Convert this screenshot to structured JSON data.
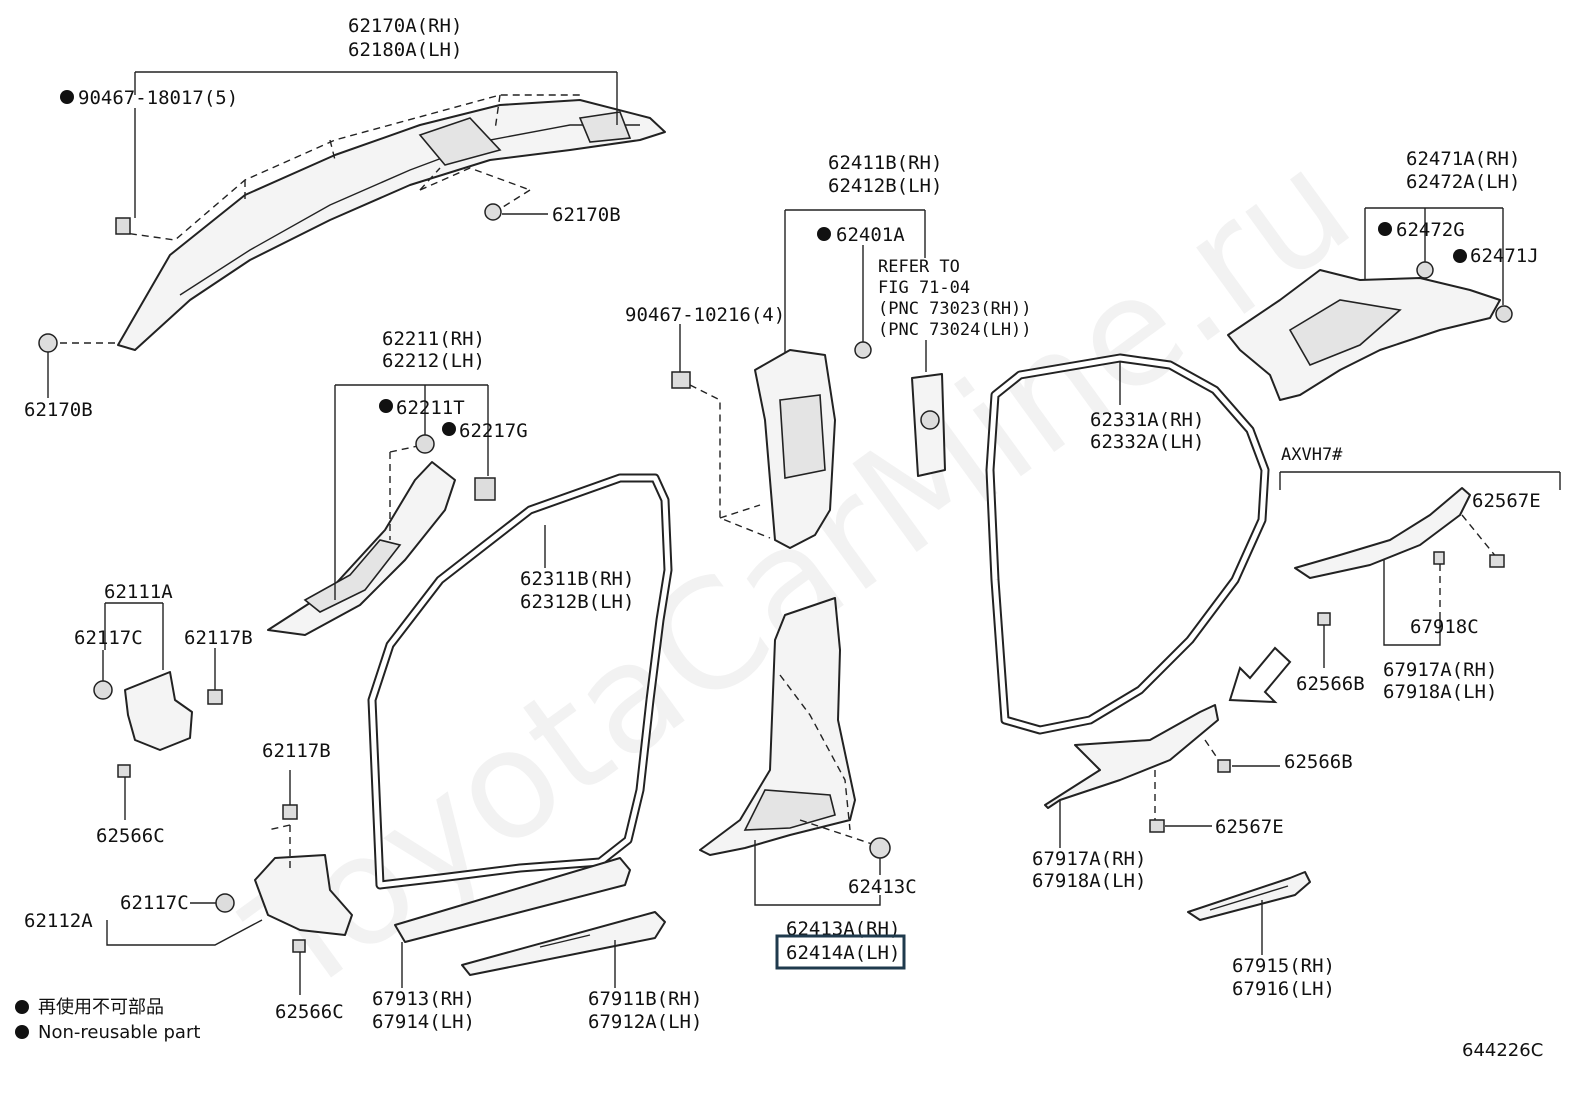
{
  "watermark": "ToyotaCarMine.ru",
  "diagram_id": "644226C",
  "legend": {
    "jp": "再使用不可部品",
    "en": "Non-reusable part"
  },
  "labels": {
    "p62170A_rh": "62170A(RH)",
    "p62180A_lh": "62180A(LH)",
    "p90467_18017": "90467-18017(5)",
    "p62170B_top": "62170B",
    "p62170B_left": "62170B",
    "p62211_rh": "62211(RH)",
    "p62212_lh": "62212(LH)",
    "p62211T": "62211T",
    "p62217G": "62217G",
    "p62117B_a": "62117B",
    "p62111A": "62111A",
    "p62117C_a": "62117C",
    "p62566C_a": "62566C",
    "p62117B_b": "62117B",
    "p62112A": "62112A",
    "p62117C_b": "62117C",
    "p62566C_b": "62566C",
    "p62311B_rh": "62311B(RH)",
    "p62312B_lh": "62312B(LH)",
    "p67913_rh": "67913(RH)",
    "p67914_lh": "67914(LH)",
    "p67911B_rh": "67911B(RH)",
    "p67912A_lh": "67912A(LH)",
    "p90467_10216": "90467-10216(4)",
    "p62411B_rh": "62411B(RH)",
    "p62412B_lh": "62412B(LH)",
    "p62401A": "62401A",
    "refer1": "REFER TO",
    "refer2": "FIG 71-04",
    "refer3": "(PNC 73023(RH))",
    "refer4": "(PNC 73024(LH))",
    "p62413C": "62413C",
    "p62413A_rh": "62413A(RH)",
    "p62414A_lh": "62414A(LH)",
    "p62331A_rh": "62331A(RH)",
    "p62332A_lh": "62332A(LH)",
    "p62471A_rh": "62471A(RH)",
    "p62472A_lh": "62472A(LH)",
    "p62472G": "62472G",
    "p62471J": "62471J",
    "axvh7": "AXVH7#",
    "p62567E_a": "62567E",
    "p67918C": "67918C",
    "p62566B_a": "62566B",
    "p67917A_rh_a": "67917A(RH)",
    "p67918A_lh_a": "67918A(LH)",
    "p62566B_b": "62566B",
    "p62567E_b": "62567E",
    "p67917A_rh_b": "67917A(RH)",
    "p67918A_lh_b": "67918A(LH)",
    "p67915_rh": "67915(RH)",
    "p67916_lh": "67916(LH)"
  },
  "highlighted_part": "62414A(LH)"
}
